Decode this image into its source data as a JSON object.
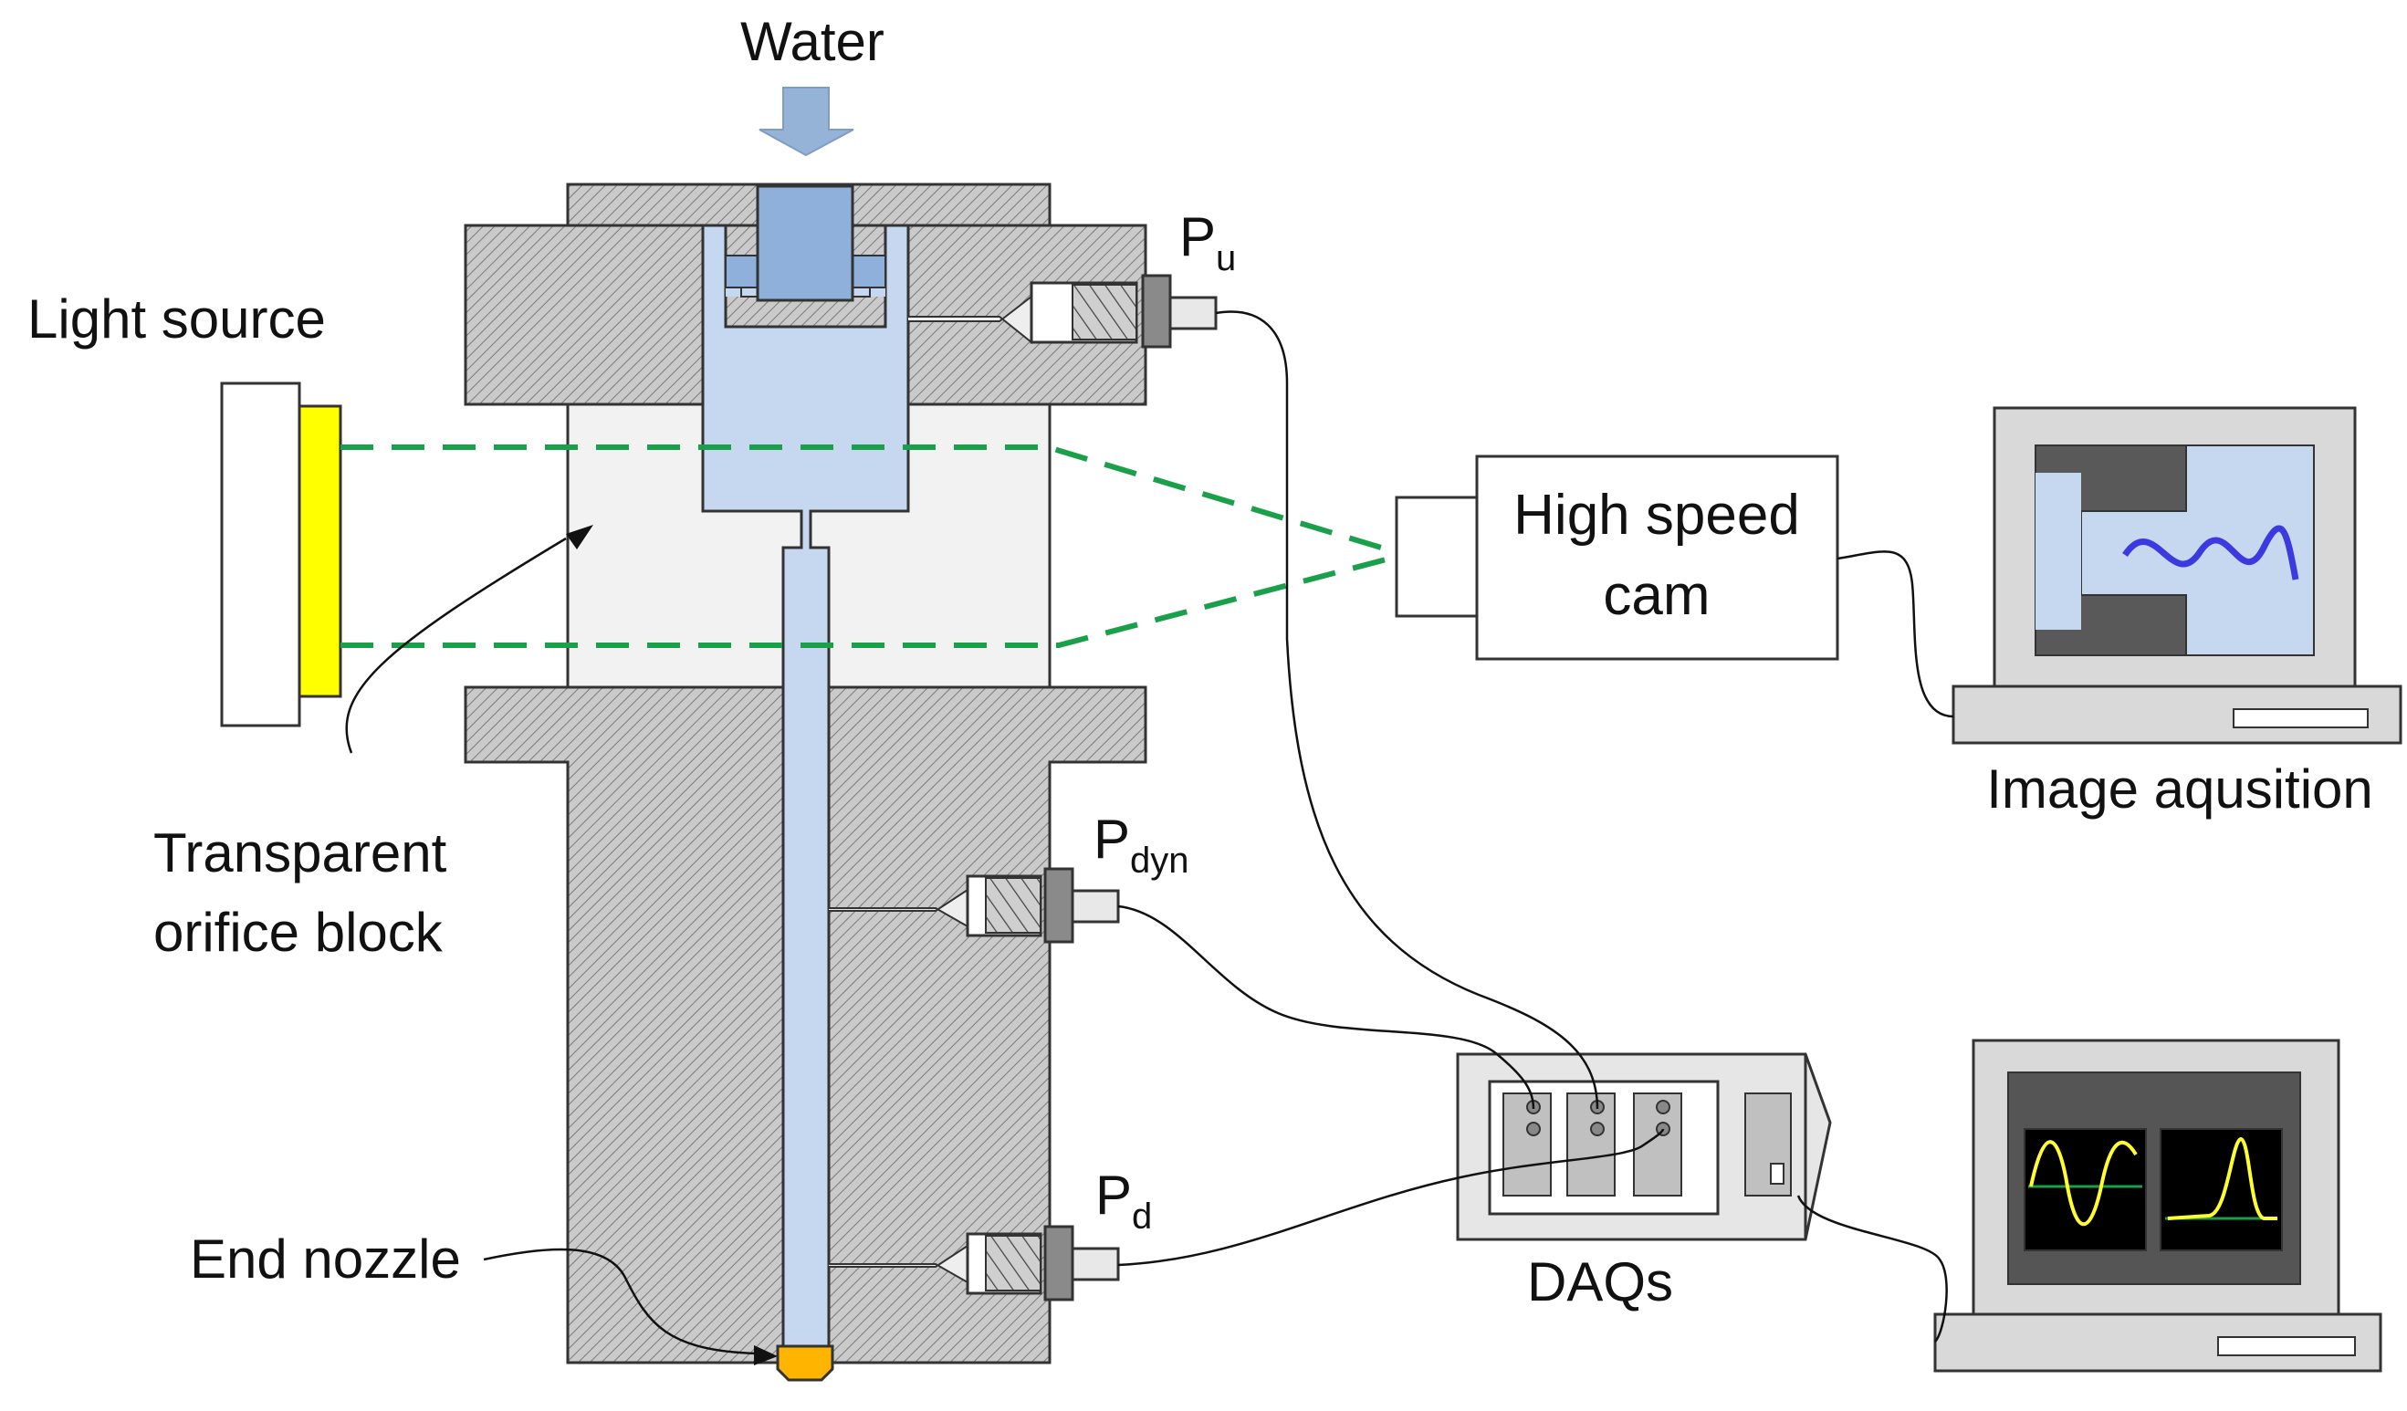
{
  "labels": {
    "water": "Water",
    "light_source": "Light source",
    "pressure_upstream": "P",
    "pressure_upstream_sub": "u",
    "pressure_dynamic": "P",
    "pressure_dynamic_sub": "dyn",
    "pressure_downstream": "P",
    "pressure_downstream_sub": "d",
    "camera_line1": "High speed",
    "camera_line2": "cam",
    "image_acquisition": "Image aqusition",
    "transparent_block_line1": "Transparent",
    "transparent_block_line2": "orifice block",
    "end_nozzle": "End nozzle",
    "daqs": "DAQs"
  },
  "colors": {
    "water_fill": "#c5d8ef",
    "water_arrow": "#95b3d7",
    "plug_fill": "#8fb0db",
    "hatched_body": "#c8c8c8",
    "transparent_block": "#f2f2f2",
    "light_emitter": "#ffff00",
    "nozzle": "#ffb400",
    "laser_path": "#1aa04a",
    "monitor_signal": "#3a3ae0",
    "daq_trace": "#ffff30",
    "daq_baseline": "#1aa04a",
    "screen_dark": "#555555"
  },
  "icons": [
    "water-inflow-arrow",
    "pressure-sensor",
    "laptop-icon",
    "daq-unit",
    "high-speed-camera"
  ]
}
